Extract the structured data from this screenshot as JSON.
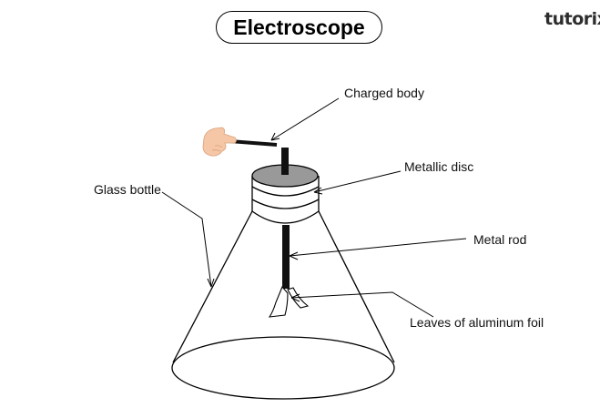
{
  "title": "Electroscope",
  "brand": {
    "name": "tutorix",
    "accent_color": "#f39c12"
  },
  "labels": {
    "charged_body": "Charged body",
    "metallic_disc": "Metallic disc",
    "glass_bottle": "Glass bottle",
    "metal_rod": "Metal rod",
    "leaves": "Leaves of aluminum foil"
  },
  "icons": {
    "hand": "pointing-hand-icon"
  },
  "colors": {
    "disc_fill": "#999999",
    "hand_fill": "#f5c7a6",
    "line": "#000000"
  }
}
